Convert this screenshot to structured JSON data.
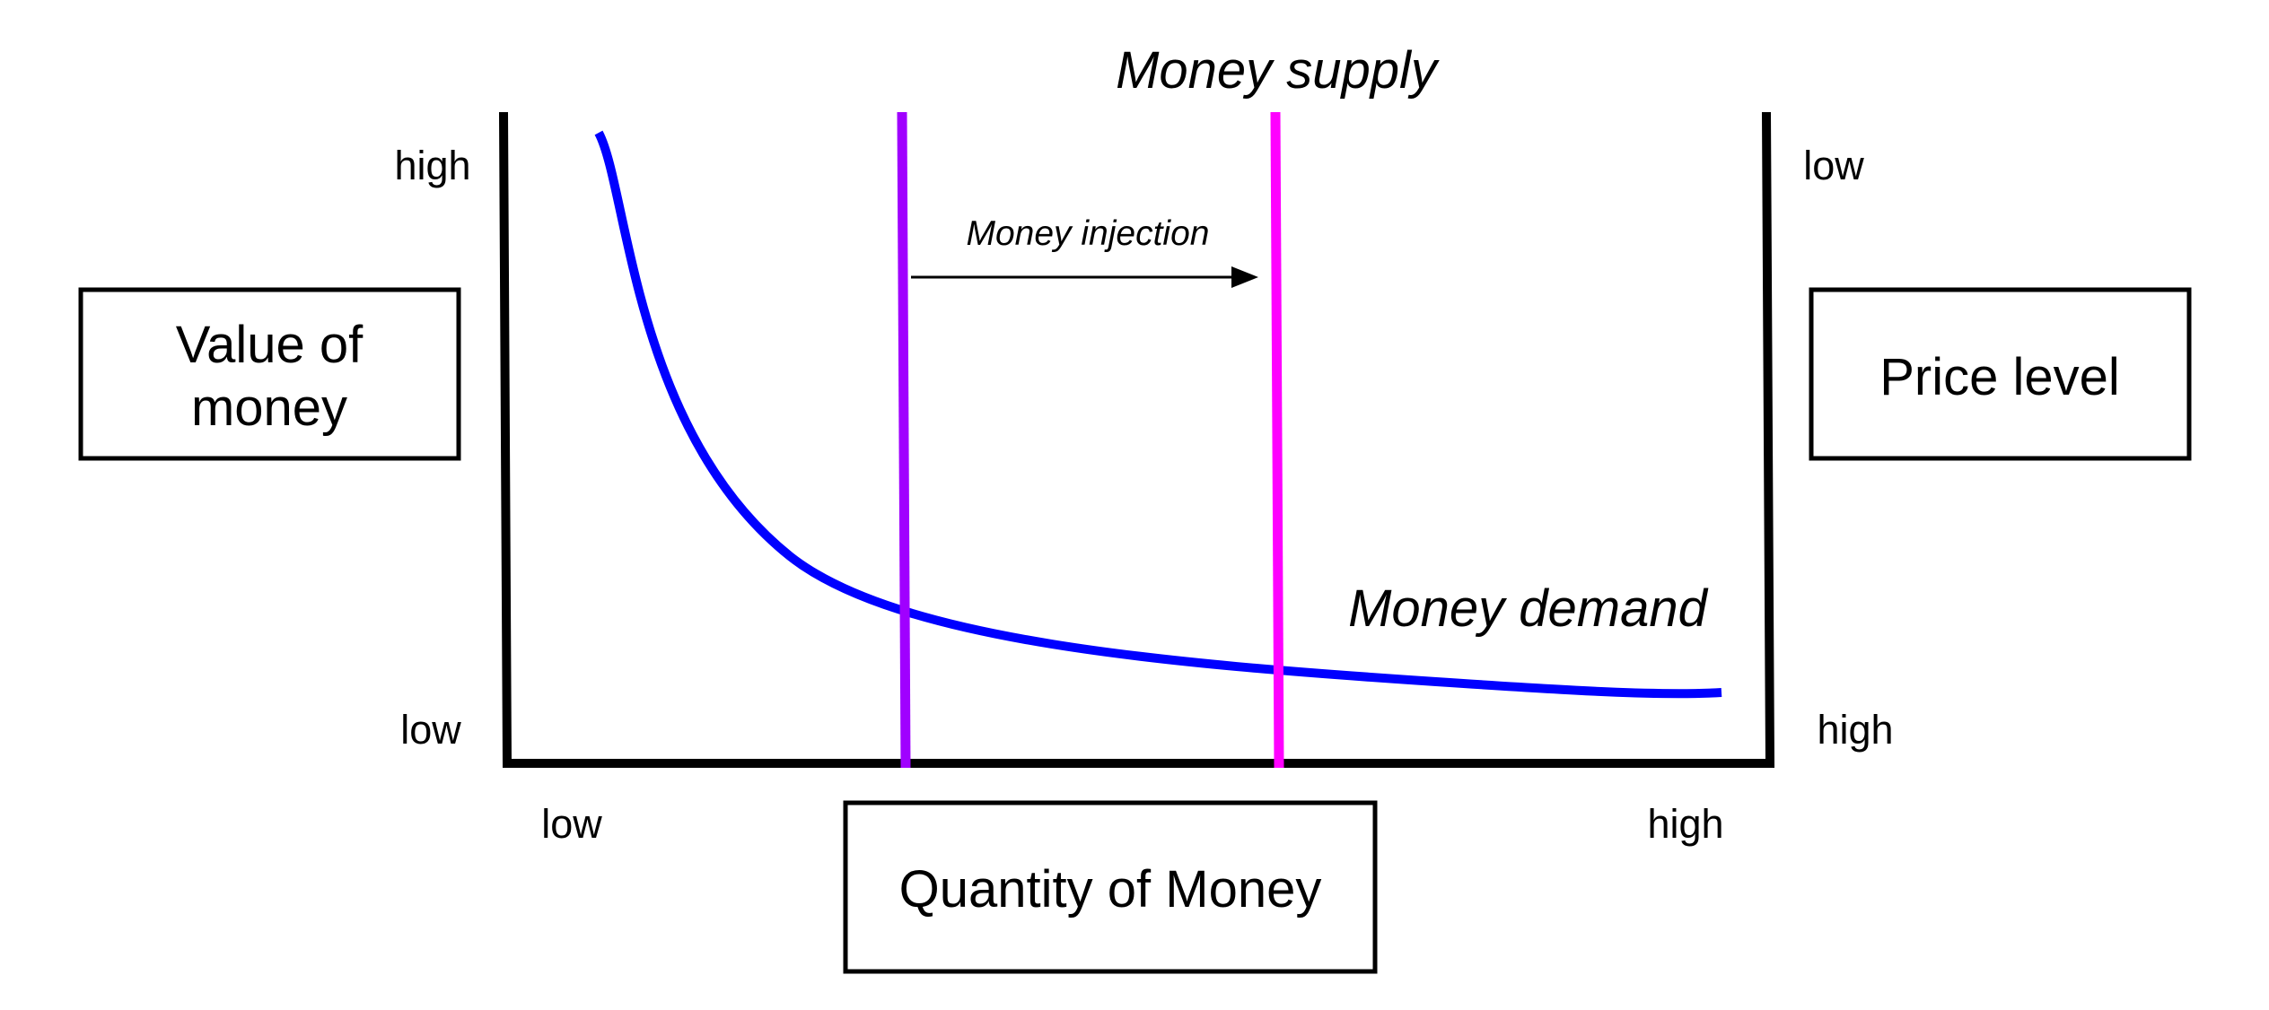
{
  "diagram": {
    "title": "Money supply",
    "left_box": {
      "line1": "Value of",
      "line2": "money"
    },
    "right_box": {
      "text": "Price level"
    },
    "bottom_box": {
      "text": "Quantity of Money"
    },
    "left_axis": {
      "top": "high",
      "bottom": "low"
    },
    "right_axis": {
      "top": "low",
      "bottom": "high"
    },
    "x_axis": {
      "left": "low",
      "right": "high"
    },
    "demand_label": "Money demand",
    "injection_label": "Money injection",
    "colors": {
      "axes": "#000000",
      "demand": "#0000ff",
      "supply_initial": "#a000ff",
      "supply_new": "#ff00ff",
      "arrow": "#000000"
    }
  }
}
